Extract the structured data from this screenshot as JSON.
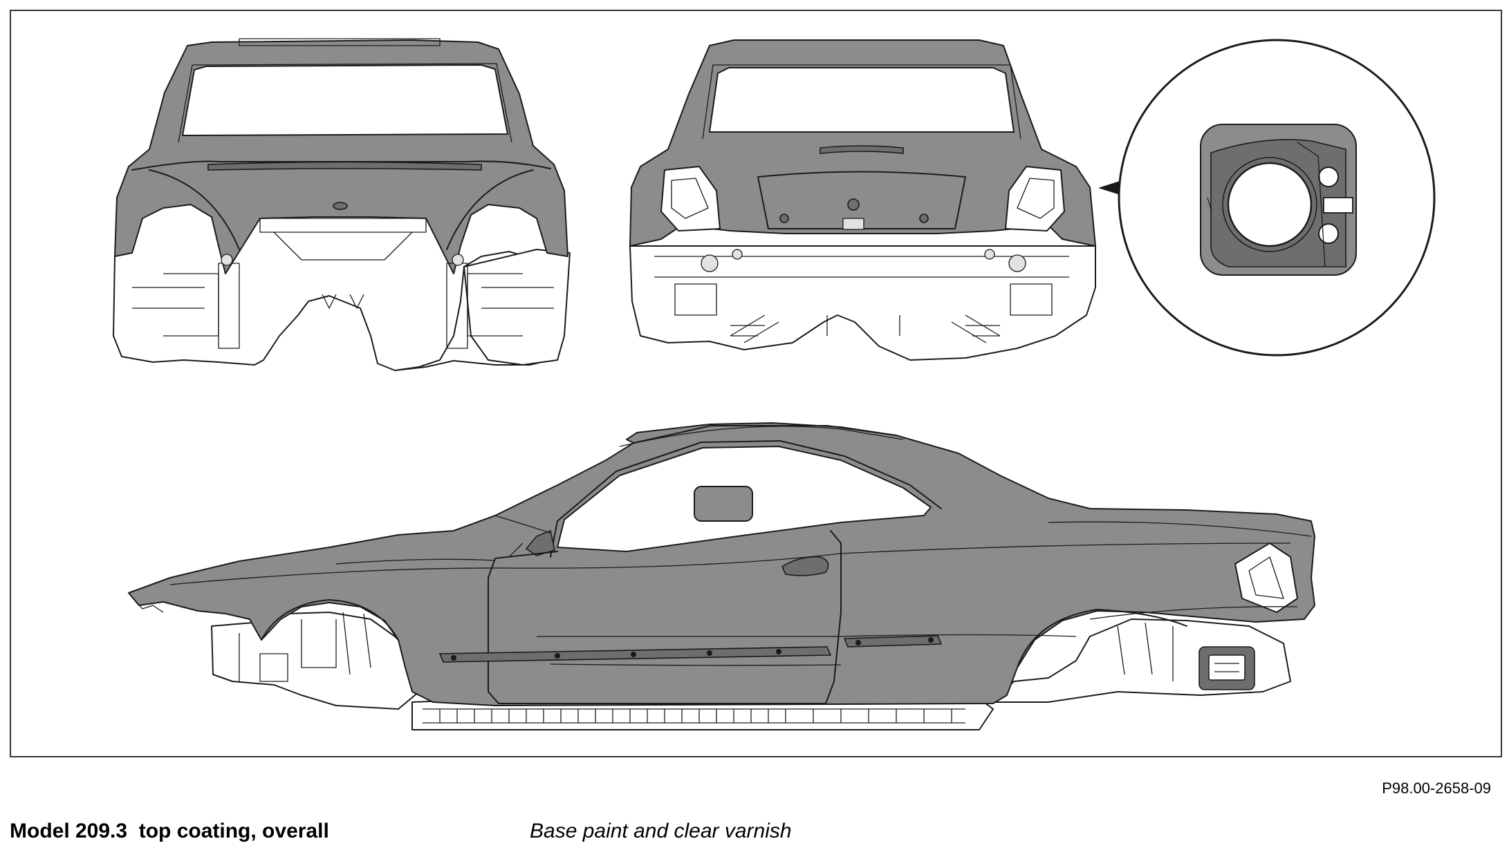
{
  "figure": {
    "code": "P98.00-2658-09",
    "title": "Model 209.3  top coating, overall",
    "description": "Base paint and clear varnish",
    "colors": {
      "painted": "#8c8c8c",
      "painted_dark": "#6e6e6e",
      "outline": "#1a1a1a",
      "unpainted": "#ffffff"
    }
  }
}
